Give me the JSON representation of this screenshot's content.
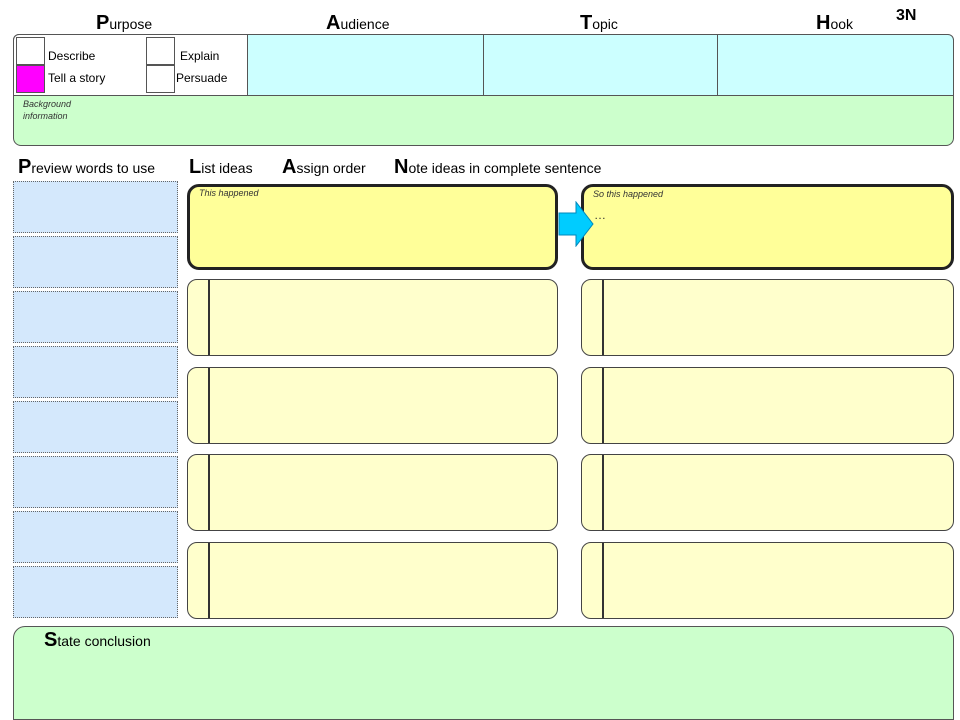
{
  "header": {
    "purpose_cap": "P",
    "purpose_rest": "urpose",
    "audience_cap": "A",
    "audience_rest": "udience",
    "topic_cap": "T",
    "topic_rest": "opic",
    "hook_cap": "H",
    "hook_rest": "ook",
    "code": "3N"
  },
  "purpose_options": [
    {
      "label": "Describe",
      "checked": false
    },
    {
      "label": "Explain",
      "checked": false
    },
    {
      "label": "Tell a story",
      "checked": true
    },
    {
      "label": "Persuade",
      "checked": false
    }
  ],
  "background": {
    "label": "Background information"
  },
  "plan": {
    "preview_cap": "P",
    "preview_rest": "review words to use",
    "list_cap": "L",
    "list_rest": "ist ideas",
    "assign_cap": "A",
    "assign_rest": "ssign order",
    "note_cap": "N",
    "note_rest": "ote ideas in complete sentence"
  },
  "ideas": {
    "first_label": "This happened",
    "second_label": "So this happened",
    "second_text": "…"
  },
  "conclusion": {
    "cap": "S",
    "rest": "tate conclusion"
  },
  "colors": {
    "cyan": "#ccffff",
    "green": "#ccffcc",
    "light_yellow": "#ffffcc",
    "yellow": "#ffff99",
    "blue": "#d4e8fc",
    "checked": "#ff00ff",
    "arrow": "#00ccff"
  }
}
